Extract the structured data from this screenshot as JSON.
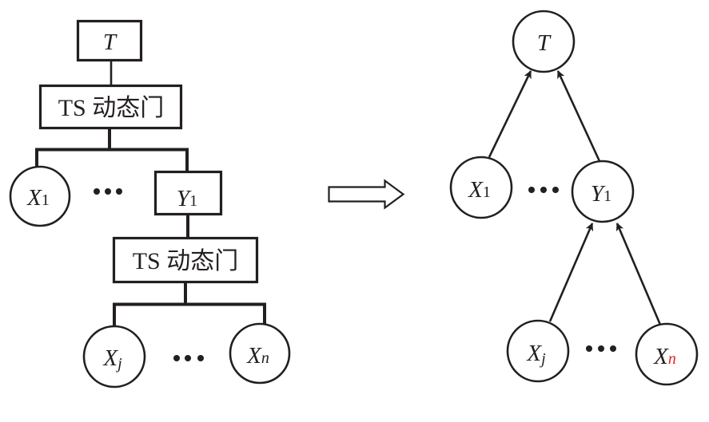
{
  "title": "Fault tree with TS dynamic gates converted to a directed graph",
  "colors": {
    "stroke": "#231f20",
    "highlight": "#e3251b",
    "background": "#ffffff"
  },
  "left_tree": {
    "top_event": {
      "label": "T"
    },
    "gate1": {
      "label": "TS 动态门"
    },
    "x1": {
      "base": "X",
      "sub": "1"
    },
    "ellipsis1": "•••",
    "y1": {
      "base": "Y",
      "sub": "1"
    },
    "gate2": {
      "label": "TS 动态门"
    },
    "xj": {
      "base": "X",
      "sub": "j"
    },
    "ellipsis2": "•••",
    "xn": {
      "base": "X",
      "sub": "n"
    }
  },
  "transform_arrow": {
    "icon": "hollow-right-arrow-icon"
  },
  "right_graph": {
    "top_event": {
      "label": "T"
    },
    "x1": {
      "base": "X",
      "sub": "1"
    },
    "ellipsis1": "•••",
    "y1": {
      "base": "Y",
      "sub": "1"
    },
    "xj": {
      "base": "X",
      "sub": "j"
    },
    "ellipsis2": "•••",
    "xn": {
      "base": "X",
      "sub": "n",
      "sub_color": "#e3251b"
    },
    "edges": [
      {
        "from": "X1",
        "to": "T"
      },
      {
        "from": "Y1",
        "to": "T"
      },
      {
        "from": "Xj",
        "to": "Y1"
      },
      {
        "from": "Xn",
        "to": "Y1"
      }
    ]
  }
}
